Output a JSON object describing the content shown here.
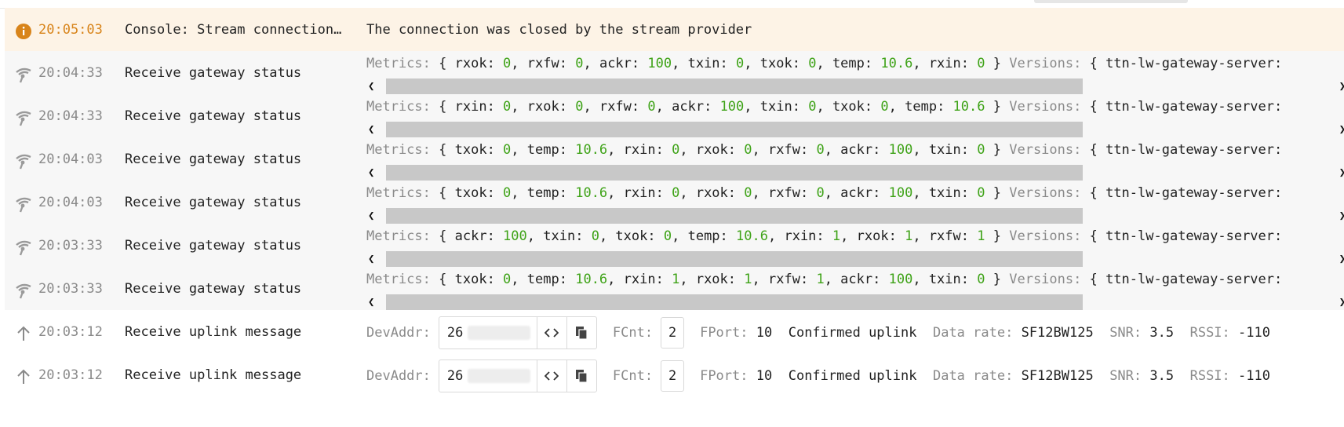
{
  "rows": [
    {
      "kind": "error",
      "icon": "info-icon",
      "time": "20:05:03",
      "type": "Console: Stream connection…",
      "description": "The connection was closed by the stream provider"
    },
    {
      "kind": "gateway-status",
      "icon": "gateway-signal-icon",
      "time": "20:04:33",
      "type": "Receive gateway status",
      "metrics": [
        [
          "rxok",
          "0"
        ],
        [
          "rxfw",
          "0"
        ],
        [
          "ackr",
          "100"
        ],
        [
          "txin",
          "0"
        ],
        [
          "txok",
          "0"
        ],
        [
          "temp",
          "10.6"
        ],
        [
          "rxin",
          "0"
        ]
      ],
      "versions_prefix": "{ ttn-lw-gateway-server:"
    },
    {
      "kind": "gateway-status",
      "icon": "gateway-signal-icon",
      "time": "20:04:33",
      "type": "Receive gateway status",
      "metrics": [
        [
          "rxin",
          "0"
        ],
        [
          "rxok",
          "0"
        ],
        [
          "rxfw",
          "0"
        ],
        [
          "ackr",
          "100"
        ],
        [
          "txin",
          "0"
        ],
        [
          "txok",
          "0"
        ],
        [
          "temp",
          "10.6"
        ]
      ],
      "versions_prefix": "{ ttn-lw-gateway-server:"
    },
    {
      "kind": "gateway-status",
      "icon": "gateway-signal-icon",
      "time": "20:04:03",
      "type": "Receive gateway status",
      "metrics": [
        [
          "txok",
          "0"
        ],
        [
          "temp",
          "10.6"
        ],
        [
          "rxin",
          "0"
        ],
        [
          "rxok",
          "0"
        ],
        [
          "rxfw",
          "0"
        ],
        [
          "ackr",
          "100"
        ],
        [
          "txin",
          "0"
        ]
      ],
      "versions_prefix": "{ ttn-lw-gateway-server:"
    },
    {
      "kind": "gateway-status",
      "icon": "gateway-signal-icon",
      "time": "20:04:03",
      "type": "Receive gateway status",
      "metrics": [
        [
          "txok",
          "0"
        ],
        [
          "temp",
          "10.6"
        ],
        [
          "rxin",
          "0"
        ],
        [
          "rxok",
          "0"
        ],
        [
          "rxfw",
          "0"
        ],
        [
          "ackr",
          "100"
        ],
        [
          "txin",
          "0"
        ]
      ],
      "versions_prefix": "{ ttn-lw-gateway-server:"
    },
    {
      "kind": "gateway-status",
      "icon": "gateway-signal-icon",
      "time": "20:03:33",
      "type": "Receive gateway status",
      "metrics": [
        [
          "ackr",
          "100"
        ],
        [
          "txin",
          "0"
        ],
        [
          "txok",
          "0"
        ],
        [
          "temp",
          "10.6"
        ],
        [
          "rxin",
          "1"
        ],
        [
          "rxok",
          "1"
        ],
        [
          "rxfw",
          "1"
        ]
      ],
      "versions_prefix": "{ ttn-lw-gateway-server:"
    },
    {
      "kind": "gateway-status",
      "icon": "gateway-signal-icon",
      "time": "20:03:33",
      "type": "Receive gateway status",
      "metrics": [
        [
          "txok",
          "0"
        ],
        [
          "temp",
          "10.6"
        ],
        [
          "rxin",
          "1"
        ],
        [
          "rxok",
          "1"
        ],
        [
          "rxfw",
          "1"
        ],
        [
          "ackr",
          "100"
        ],
        [
          "txin",
          "0"
        ]
      ],
      "versions_prefix": "{ ttn-lw-gateway-server:"
    },
    {
      "kind": "uplink",
      "icon": "arrow-up-icon",
      "time": "20:03:12",
      "type": "Receive uplink message",
      "devaddr": "26",
      "fcnt": "2",
      "fport": "10",
      "confirmed": "Confirmed uplink",
      "data_rate": "SF12BW125",
      "snr": "3.5",
      "rssi": "-110"
    },
    {
      "kind": "uplink",
      "icon": "arrow-up-icon",
      "time": "20:03:12",
      "type": "Receive uplink message",
      "devaddr": "26",
      "fcnt": "2",
      "fport": "10",
      "confirmed": "Confirmed uplink",
      "data_rate": "SF12BW125",
      "snr": "3.5",
      "rssi": "-110"
    }
  ],
  "labels": {
    "metrics": "Metrics:",
    "versions": "Versions:",
    "devaddr": "DevAddr:",
    "fcnt": "FCnt:",
    "fport": "FPort:",
    "data_rate": "Data rate:",
    "snr": "SNR:",
    "rssi": "RSSI:"
  },
  "colors": {
    "error_bg": "#fdf3e6",
    "error_accent": "#d8841a",
    "value_green": "#3fa318",
    "muted": "#8a8a8a"
  }
}
